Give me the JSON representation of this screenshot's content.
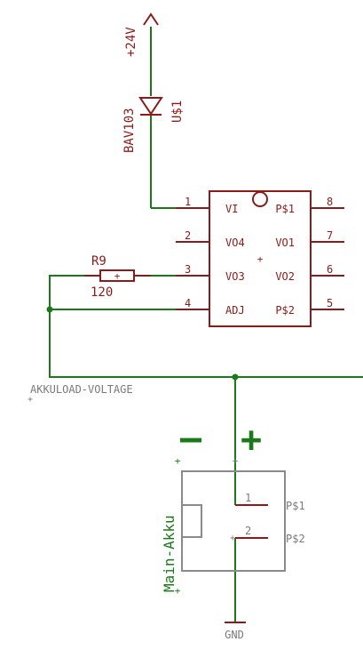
{
  "colors": {
    "component": "#8b1a1a",
    "net": "#1a7a1a",
    "label": "#7a7a7a",
    "background": "#ffffff"
  },
  "supply": {
    "label": "+24V"
  },
  "diode": {
    "value": "BAV103",
    "name": "U$1"
  },
  "resistor": {
    "name": "R9",
    "value": "120"
  },
  "ic": {
    "left_pin_numbers": [
      "1",
      "2",
      "3",
      "4"
    ],
    "left_pin_labels": [
      "VI",
      "VO4",
      "VO3",
      "ADJ"
    ],
    "right_pin_numbers": [
      "8",
      "7",
      "6",
      "5"
    ],
    "right_pin_labels": [
      "P$1",
      "VO1",
      "VO2",
      "P$2"
    ]
  },
  "net_label": "AKKULOAD-VOLTAGE",
  "battery": {
    "name": "Main-Akku",
    "minus_symbol": "–",
    "plus_symbol": "+",
    "pin_numbers": [
      "1",
      "2"
    ],
    "pin_labels": [
      "P$1",
      "P$2"
    ]
  },
  "ground": {
    "label": "GND"
  }
}
